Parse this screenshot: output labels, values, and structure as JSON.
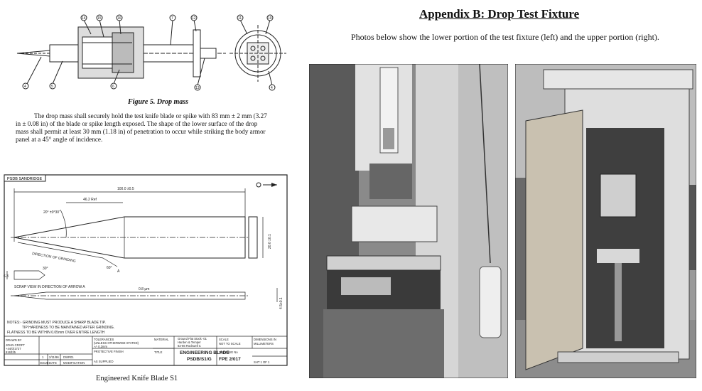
{
  "figure5": {
    "caption": "Figure 5.  Drop mass",
    "callouts": [
      "4",
      "5",
      "6",
      "7",
      "10",
      "11",
      "12",
      "13",
      "14",
      "15",
      "16"
    ],
    "paragraph": "The drop mass shall securely hold the test knife blade or spike with 83 mm ± 2 mm (3.27 in ± 0.08 in) of the blade or spike length exposed.  The shape of the lower surface of the drop mass shall permit at least 30 mm (1.18 in) of penetration to occur while striking the body armor panel at a 45° angle of incidence."
  },
  "appendix": {
    "title": "Appendix B:  Drop Test Fixture",
    "paragraph": "Photos below show the lower portion of the test fixture (left) and the upper portion (right)."
  },
  "blade_drawing": {
    "header_tag": "PSDB SANDRIDGE",
    "dim_overall": "100.0 ±0.5",
    "dim_ref": "46.2 Ref",
    "angle_main": "20° ±0°30'",
    "height": "20.0 ±0.1",
    "direction_label": "DIRECTION OF GRINDING",
    "angle_small": "60°",
    "arrow_a": "A",
    "scrap_label": "SCRAP VIEW IN DIRECTION OF ARROW A",
    "dim_small": "6.3",
    "angle_scrap": "30°",
    "roughness": "0.8 µm",
    "thickness": "4.5±0.1",
    "notes": [
      "NOTES:- GRINDING MUST PRODUCE A SHARP BLADE TIP.",
      "TIP HARDNESS TO BE MAINTAINED AFTER GRINDING.",
      "FLATNESS TO BE WITHIN 0.05mm OVER ENTIRE LENGTH"
    ],
    "tb": {
      "drawn_by": "DRAWN BY",
      "drawn_name": "JOHN CROFT",
      "phone": "+44(0)1727",
      "phone2": "816325",
      "issue_label": "ISSUE",
      "date_label": "DATE",
      "mod_label": "MODIFICATION",
      "issue_no": "1",
      "issue_date": "2/11/96",
      "mod_no": "DWR01",
      "tolerances": "TOLERANCES",
      "tol_sub": "(UNLESS OTHERWISE STATED)",
      "tol_val": "+/- 0.2mm",
      "finish_label": "PROTECTIVE FINISH",
      "finish_val": "AS SUPPLIED",
      "material_label": "MATERIAL",
      "material_val1": "Ground Flat Stock -01",
      "material_val2": "Harden & Temper",
      "material_val3": "62-66 Rockwell C",
      "scale_label": "SCALE",
      "scale_val": "NOT TO SCALE",
      "dims_label": "DIMENSIONS IN",
      "dims_val": "MILLIMETERS",
      "title_label": "TITLE",
      "title_val": "ENGINEERING BLADE",
      "title_code": "PSDB/S1/G",
      "drawing_no_label": "DRAWING No",
      "drawing_no": "FPE 2/017",
      "sheet": "SHT 1 OF 1"
    }
  },
  "blade_caption": "Engineered Knife Blade S1"
}
